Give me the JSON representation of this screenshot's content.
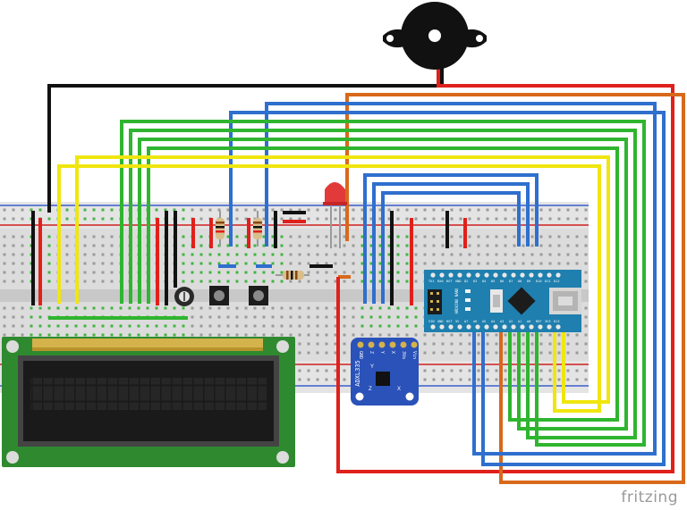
{
  "watermark": "fritzing",
  "modules": {
    "accel_name": "ADXL335",
    "accel_pins": [
      "GND",
      "Z",
      "Y",
      "X",
      "3Vo",
      "Vin"
    ],
    "accel_axes": [
      "X",
      "Y",
      "Z"
    ],
    "nano_title": "ARDUINO NANO",
    "nano_top_pins": [
      "D12",
      "D11",
      "D10",
      "D9",
      "D8",
      "D7",
      "D6",
      "D5",
      "D4",
      "D3",
      "D2",
      "GND",
      "RST",
      "RX0",
      "TX1"
    ],
    "nano_bottom_pins": [
      "D13",
      "3V3",
      "REF",
      "A0",
      "A1",
      "A2",
      "A3",
      "A4",
      "A5",
      "A6",
      "A7",
      "5V",
      "RST",
      "GND",
      "VIN"
    ]
  },
  "colors": {
    "wire_black": "#111111",
    "wire_red": "#e0201b",
    "wire_yellow": "#f0e60f",
    "wire_green": "#2fb52f",
    "wire_blue": "#2f6fce",
    "wire_orange": "#d8691b",
    "breadboard": "#dcdcdc",
    "lcd_pcb": "#2f8a2f",
    "nano_pcb": "#1f7fae",
    "accel_pcb": "#2a52b8"
  }
}
